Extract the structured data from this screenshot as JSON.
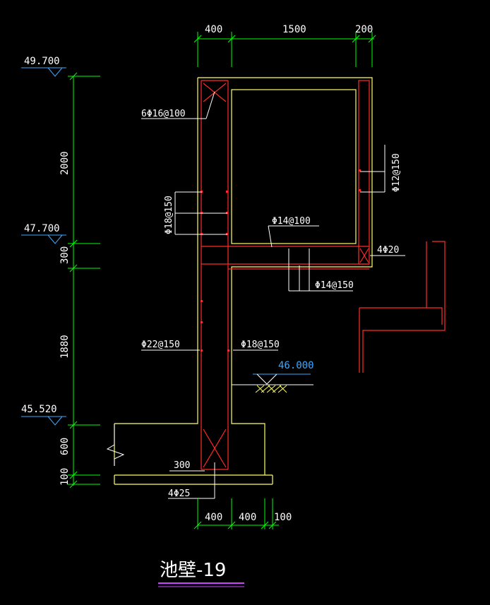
{
  "colors": {
    "background": "#000000",
    "dimension": "#00ff00",
    "concrete_outline": "#ffff66",
    "rebar": "#ff2a2a",
    "text": "#ffffff",
    "level_marker": "#3fa9ff",
    "title_underline": "#cc44ff"
  },
  "top_dims": [
    "400",
    "1500",
    "200"
  ],
  "bottom_dims": [
    "400",
    "400",
    "100"
  ],
  "vertical_dims": [
    "2000",
    "300",
    "1880",
    "600",
    "100"
  ],
  "levels": [
    "49.700",
    "47.700",
    "45.520"
  ],
  "ground_level": "46.000",
  "annotations": {
    "corner_bars_top": "6Φ16@100",
    "right_wall_bars": "Φ12@150",
    "left_wall_top_bars": "Φ18@150",
    "slab_top_bars": "Φ14@100",
    "corner_bars_right": "4Φ20",
    "slab_bottom_bars": "Φ14@150",
    "wall_outer_bars": "Φ22@150",
    "wall_inner_bars": "Φ18@150",
    "footing_dim": "300",
    "footing_bars": "4Φ25"
  },
  "title": "池壁-19"
}
